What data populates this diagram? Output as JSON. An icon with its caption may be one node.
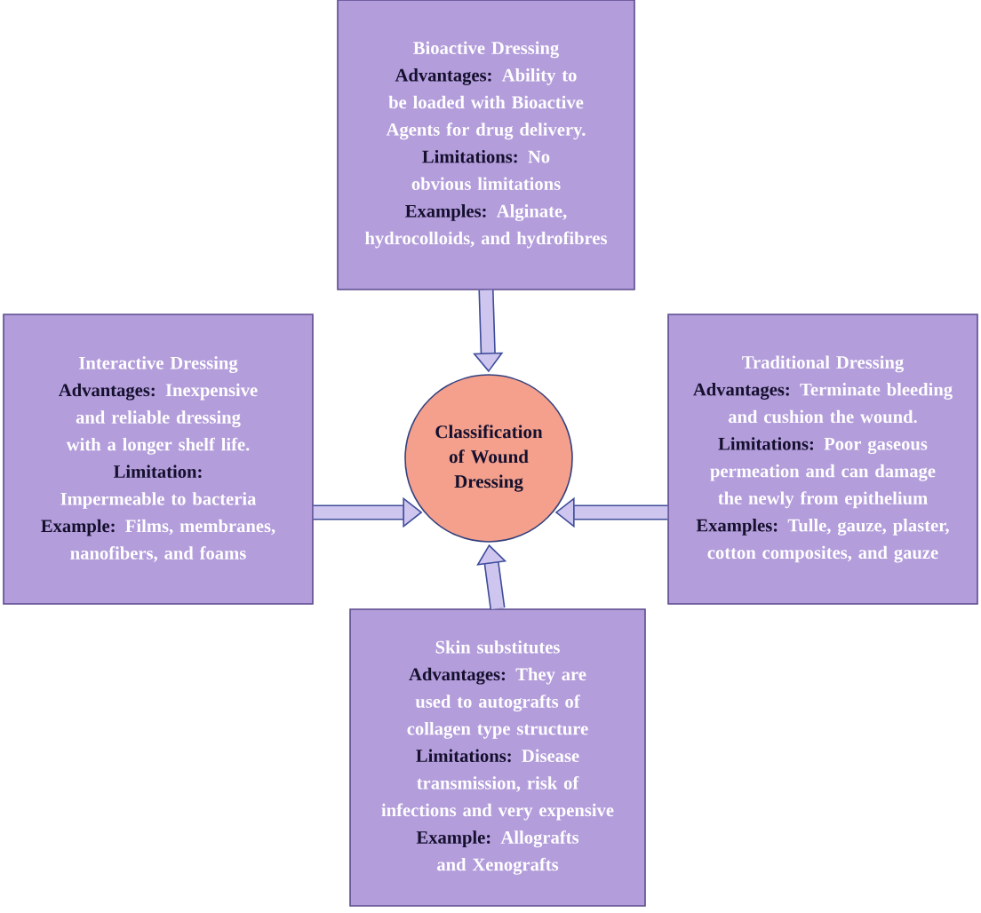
{
  "diagram": {
    "nodes": [
      {
        "text": [
          "Bioactive Dressing",
          "**Advantages:** Ability to be loaded with Bioactive Agents for drug delivery.",
          "**Limitations:** No obvious limitations",
          "**Examples:** Alginate, hydrocolloids, and hydrofibres"
        ]
      },
      {
        "text": [
          "Interactive Dressing",
          "**Advantages:** Inexpensive and reliable dressing with a longer shelf life.",
          "**Limitation:** Impermeable to bacteria",
          "**Example:** Films, membranes, nanofibers, and foams"
        ]
      },
      {
        "text": [
          "Classification of Wound Dressing"
        ]
      },
      {
        "text": [
          "Traditional Dressing",
          "**Advantages:** Terminate bleeding and cushion the wound.",
          "**Limitations:** Poor gaseous permeation and can damage the newly from epithelium",
          "**Examples:** Tulle, gauze, plaster, cotton composites, and gauze"
        ]
      },
      {
        "text": [
          "Skin substitutes",
          "**Advantages:** They are used to autografts of collagen type structure",
          "**Limitations:** Disease transmission, risk of infections and very expensive",
          "**Example:** Allografts and Xenografts"
        ]
      }
    ],
    "edges": [
      {
        "from": 0,
        "to": 2,
        "arrow": "to"
      },
      {
        "from": 1,
        "to": 2,
        "arrow": "to"
      },
      {
        "from": 3,
        "to": 2,
        "arrow": "to"
      },
      {
        "from": 4,
        "to": 2,
        "arrow": "to"
      }
    ]
  }
}
